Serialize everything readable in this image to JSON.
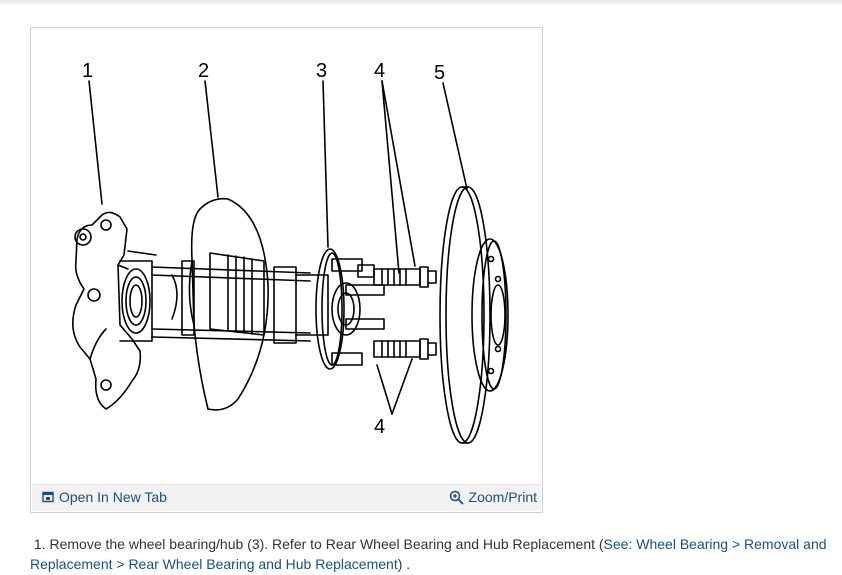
{
  "figure": {
    "callouts": [
      "1",
      "2",
      "3",
      "4",
      "5",
      "4"
    ],
    "open_tab_label": "Open In New Tab",
    "zoom_label": "Zoom/Print",
    "icons": {
      "open_tab": "open-in-new-tab-icon",
      "zoom": "zoom-in-icon"
    }
  },
  "step": {
    "number": "1.",
    "text_before": "Remove the wheel bearing/hub (3). Refer to Rear Wheel Bearing and Hub Replacement (",
    "see_prefix": "See: ",
    "link_label": "Wheel Bearing > Removal and Replacement > Rear Wheel Bearing and Hub Replacement",
    "text_after": ") ."
  },
  "colors": {
    "link": "#1a4f86",
    "text": "#333333",
    "footer_bg": "#f2f2f2"
  }
}
